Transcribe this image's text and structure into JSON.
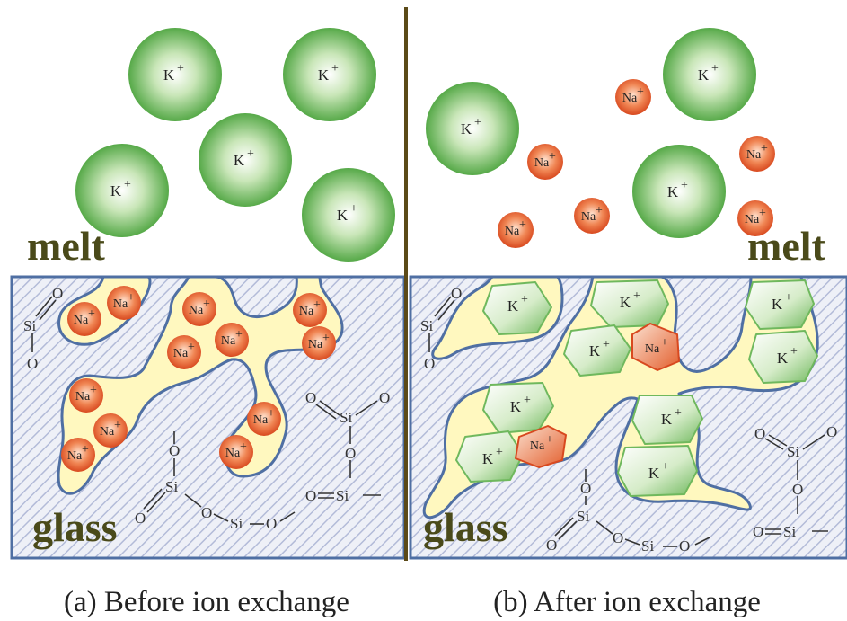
{
  "labels": {
    "melt": "melt",
    "glass": "glass",
    "caption_before": "(a) Before ion exchange",
    "caption_after": "(b) After ion exchange"
  },
  "ions": {
    "potassium": "K",
    "sodium": "Na",
    "plus": "+"
  },
  "glass_structure": {
    "si": "Si",
    "o": "O"
  },
  "colors": {
    "potassium_fill": "#7ec46a",
    "sodium_fill": "#ee6f3a",
    "channel": "#fff8bf",
    "glass_hatch": "#b7bfdc",
    "glass_border": "#4f6fa3",
    "divider": "#5b4a18",
    "label": "#4a4a1a"
  }
}
